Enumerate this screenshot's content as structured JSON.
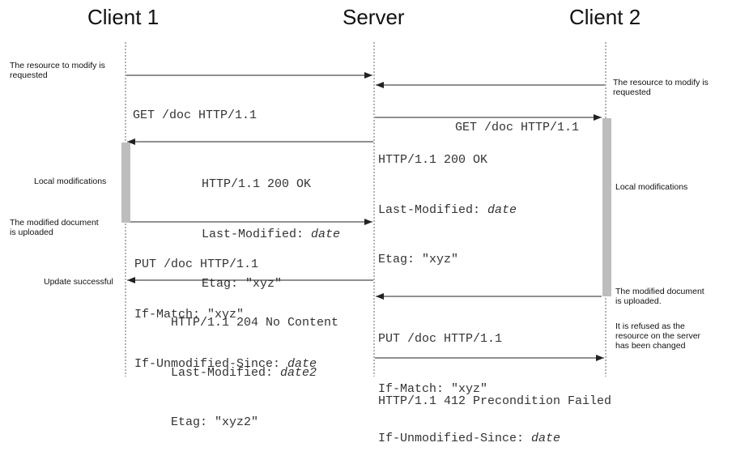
{
  "actors": {
    "client1": "Client 1",
    "server": "Server",
    "client2": "Client 2"
  },
  "notes": {
    "c1_request": [
      "The resource to modify is",
      "requested"
    ],
    "c1_local": "Local modifications",
    "c1_uploaded": [
      "The modified document",
      "is uploaded"
    ],
    "c1_success": "Update successful",
    "c2_request": [
      "The resource to modify is",
      "requested"
    ],
    "c2_local": "Local modifications",
    "c2_uploaded": [
      "The modified document",
      "is uploaded."
    ],
    "c2_refused": [
      "It is refused as the",
      "resource on the server",
      "has been changed"
    ]
  },
  "messages": {
    "m1": {
      "line1": "GET /doc HTTP/1.1"
    },
    "m2": {
      "line1": "GET /doc HTTP/1.1"
    },
    "m3": {
      "line1": "HTTP/1.1 200 OK",
      "line2_key": "Last-Modified: ",
      "line2_val": "date",
      "line3": "Etag: \"xyz\""
    },
    "m4": {
      "line1": "HTTP/1.1 200 OK",
      "line2_key": "Last-Modified: ",
      "line2_val": "date",
      "line3": "Etag: \"xyz\""
    },
    "m5": {
      "line1": "PUT /doc HTTP/1.1",
      "line2": "If-Match: \"xyz\"",
      "line3_key": "If-Unmodified-Since: ",
      "line3_val": "date"
    },
    "m6": {
      "line1": "HTTP/1.1 204 No Content",
      "line2_key": "Last-Modified: ",
      "line2_val": "date2",
      "line3": "Etag: \"xyz2\""
    },
    "m7": {
      "line1": "PUT /doc HTTP/1.1",
      "line2": "If-Match: \"xyz\"",
      "line3_key": "If-Unmodified-Since: ",
      "line3_val": "date"
    },
    "m8": {
      "line1": "HTTP/1.1 412 Precondition Failed"
    }
  },
  "colors": {
    "lifeline": "#666666",
    "arrow": "#222222",
    "activation": "#bdbdbd"
  }
}
